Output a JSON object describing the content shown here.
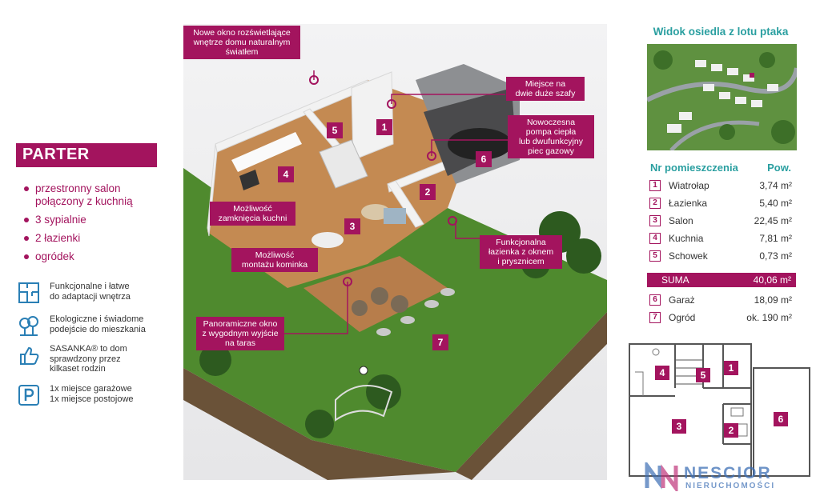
{
  "left": {
    "title": "PARTER",
    "features": [
      "przestronny salon połączony z kuchnią",
      "3 sypialnie",
      "2 łazienki",
      "ogródek"
    ],
    "benefits": [
      {
        "icon": "floorplan-icon",
        "text": "Funkcjonalne i łatwe\ndo adaptacji wnętrza"
      },
      {
        "icon": "tree-icon",
        "text": "Ekologiczne i świadome\npodejście do mieszkania"
      },
      {
        "icon": "thumbs-up-icon",
        "text": "SASANKA® to dom\nsprawdzony przez\nkilkaset rodzin"
      },
      {
        "icon": "parking-icon",
        "text": "1x miejsce garażowe\n1x miejsce postojowe"
      }
    ]
  },
  "render": {
    "callouts": {
      "window": "Nowe okno rozświetlające\nwnętrze domu naturalnym\nświatłem",
      "wardrobes": "Miejsce na\ndwie duże szafy",
      "heatpump": "Nowoczesna\npompa ciepła\nlub dwufunkcyjny\npiec gazowy",
      "kitchen_close": "Możliwość\nzamknięcia kuchni",
      "fireplace": "Możliwość\nmontażu kominka",
      "bathroom": "Funkcjonalna\nłazienka z oknem\ni prysznicem",
      "terrace": "Panoramiczne okno\nz wygodnym wyjście\nna taras"
    },
    "numbers": [
      "1",
      "2",
      "3",
      "4",
      "5",
      "6",
      "7"
    ]
  },
  "right": {
    "aerial_title": "Widok osiedla z lotu ptaka",
    "head_room": "Nr pomieszczenia",
    "head_area": "Pow.",
    "rooms": [
      {
        "nr": "1",
        "name": "Wiatrołap",
        "area": "3,74 m²"
      },
      {
        "nr": "2",
        "name": "Łazienka",
        "area": "5,40 m²"
      },
      {
        "nr": "3",
        "name": "Salon",
        "area": "22,45 m²"
      },
      {
        "nr": "4",
        "name": "Kuchnia",
        "area": "7,81 m²"
      },
      {
        "nr": "5",
        "name": "Schowek",
        "area": "0,73 m²"
      }
    ],
    "sum": {
      "name": "SUMA",
      "area": "40,06 m²"
    },
    "extra": [
      {
        "nr": "6",
        "name": "Garaż",
        "area": "18,09 m²"
      },
      {
        "nr": "7",
        "name": "Ogród",
        "area": "ok. 190 m²"
      }
    ],
    "plan_numbers": [
      "1",
      "2",
      "3",
      "4",
      "5",
      "6"
    ],
    "logo": {
      "brand": "NESCIOR",
      "sub": "NIERUCHOMOŚCI"
    }
  },
  "colors": {
    "accent": "#a3145e",
    "teal": "#2a9fa0",
    "logo": "#3d6fb5"
  }
}
